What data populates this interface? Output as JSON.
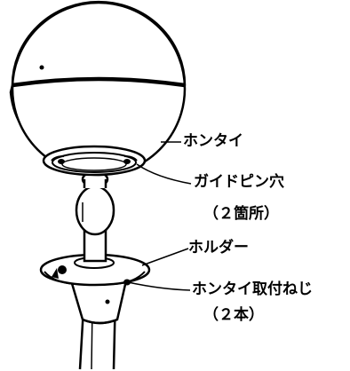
{
  "labels": {
    "body": "ホンタイ",
    "guide_pin_hole": "ガイドピン穴",
    "guide_pin_qty": "（２箇所）",
    "holder": "ホルダー",
    "body_screw": "ホンタイ取付ねじ",
    "body_screw_qty": "（２本）"
  },
  "colors": {
    "line": "#000000",
    "fill": "#ffffff"
  }
}
